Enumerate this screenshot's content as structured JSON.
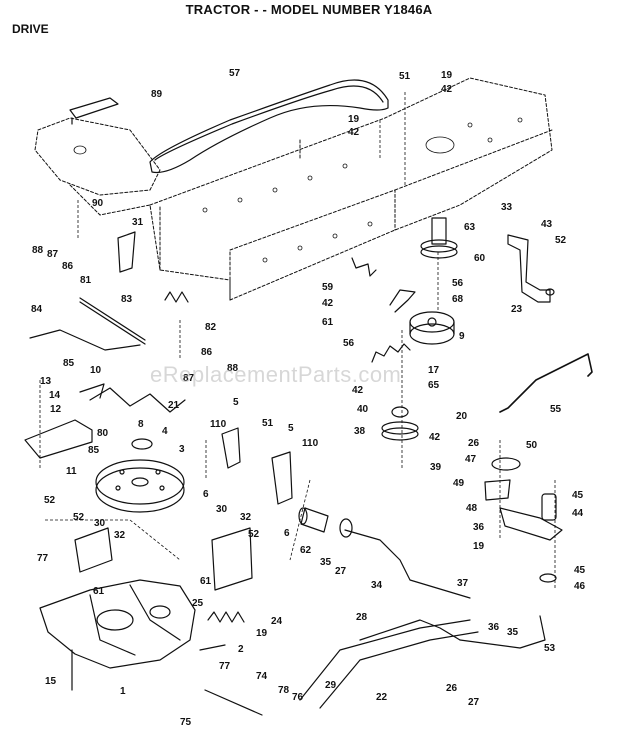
{
  "title": "TRACTOR - - MODEL NUMBER Y1846A",
  "section": "DRIVE",
  "watermark": "eReplacementParts.com",
  "colors": {
    "ink": "#111111",
    "watermark": "#b8b8b8",
    "background": "#ffffff"
  },
  "callouts": [
    "57",
    "51",
    "19",
    "42",
    "89",
    "19",
    "42",
    "90",
    "31",
    "63",
    "33",
    "43",
    "52",
    "60",
    "23",
    "88",
    "87",
    "86",
    "81",
    "59",
    "56",
    "83",
    "42",
    "68",
    "84",
    "82",
    "61",
    "9",
    "56",
    "86",
    "85",
    "88",
    "87",
    "21",
    "17",
    "65",
    "13",
    "10",
    "14",
    "12",
    "8",
    "40",
    "55",
    "42",
    "20",
    "110",
    "5",
    "51",
    "5",
    "38",
    "42",
    "110",
    "4",
    "80",
    "3",
    "26",
    "50",
    "85",
    "11",
    "39",
    "47",
    "6",
    "52",
    "52",
    "30",
    "32",
    "30",
    "32",
    "52",
    "49",
    "45",
    "48",
    "44",
    "6",
    "62",
    "35",
    "36",
    "19",
    "27",
    "34",
    "77",
    "61",
    "61",
    "37",
    "45",
    "46",
    "25",
    "24",
    "19",
    "36",
    "35",
    "28",
    "53",
    "2",
    "77",
    "15",
    "1",
    "74",
    "78",
    "76",
    "75",
    "29",
    "22",
    "26",
    "27"
  ]
}
